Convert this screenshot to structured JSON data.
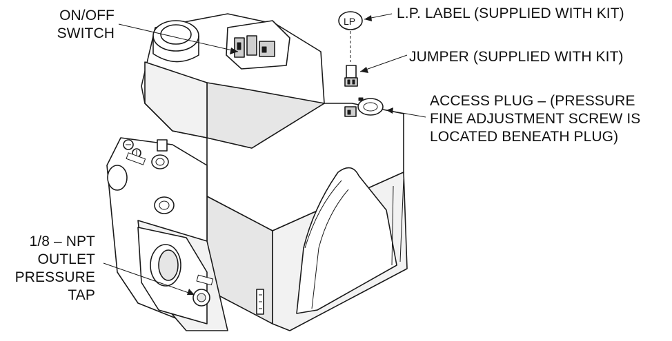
{
  "callouts": {
    "on_off_switch": [
      "ON/OFF",
      "SWITCH"
    ],
    "lp_label": "L.P. LABEL (SUPPLIED WITH KIT)",
    "jumper": "JUMPER (SUPPLIED WITH KIT)",
    "access_plug": [
      "ACCESS PLUG – (PRESSURE",
      "FINE ADJUSTMENT SCREW IS",
      "LOCATED BENEATH PLUG)"
    ],
    "pressure_tap": [
      "1/8 – NPT",
      "OUTLET",
      "PRESSURE",
      "TAP"
    ]
  },
  "lp_label_letter": "LP",
  "colors": {
    "line": "#1a1a1a",
    "background": "#ffffff"
  }
}
